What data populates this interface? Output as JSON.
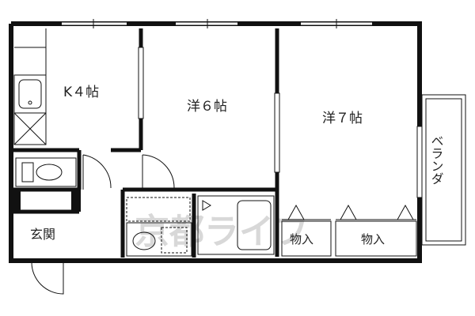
{
  "floor_plan": {
    "rooms": {
      "kitchen": "K４帖",
      "western6": "洋６帖",
      "western7": "洋７帖",
      "balcony": "ベランダ",
      "entrance": "玄関",
      "storage1": "物入",
      "storage2": "物入"
    },
    "watermark": "京都ライフ"
  }
}
